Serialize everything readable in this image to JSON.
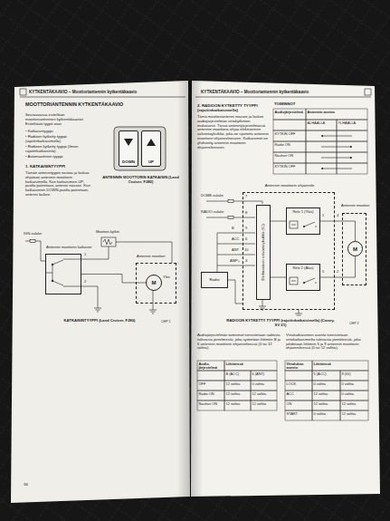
{
  "diagram": {
    "title": "MOOTTORIANTENNIN KYTKENTÄKAAVIO",
    "nodes": [
      {
        "text": [
          "DOWN"
        ]
      },
      {
        "text": [
          "UP"
        ]
      },
      {
        "text": [
          "Antennin moottorin katkaisin"
        ]
      },
      {
        "text": [
          "Antennin moottori"
        ]
      },
      {
        "text": [
          "M"
        ],
        "in": 3
      },
      {
        "text": [
          "Antennin moottorin ohjainrele"
        ]
      },
      {
        "text": [
          "Elektroninen valvontayksikkö (IC)"
        ],
        "in": 5
      },
      {
        "text": [
          "Rele 1 (Ylös)"
        ],
        "in": 5
      },
      {
        "text": [
          "Rele 2 (Alas)"
        ],
        "in": 5
      },
      {
        "text": [
          "Antennin moottori"
        ]
      },
      {
        "text": [
          "M"
        ],
        "in": 9
      },
      {
        "text": [
          "Radio"
        ]
      }
    ],
    "edges": [
      {
        "from": 2,
        "to": 4,
        "arrow": "none"
      },
      {
        "from": 6,
        "to": 7,
        "arrow": "none"
      },
      {
        "from": 6,
        "to": 8,
        "arrow": "none"
      },
      {
        "from": 7,
        "to": 10,
        "arrow": "none"
      },
      {
        "from": 8,
        "to": 10,
        "arrow": "none"
      },
      {
        "from": 11,
        "to": 5,
        "arrow": "none"
      }
    ],
    "labels": [
      "KYTKENTÄKAAVIO – Moottoriantennin kytkentäkaavio",
      "Seuraavassa esitellään moottoriantennien kytkentäkaaviot. Esiteltävät tyypit ovat:",
      "• Katkaisintyyppi",
      "• Radioon kytketty tyyppi (rajoitinkatkaisimella)",
      "• Radioon kytketty tyyppi (ilman rajoitinkatkaisinta)",
      "• Automaattinen tyyppi",
      "1. KATKAISINTYYPPI",
      "Tämän antennityypin nostoa ja laskua ohjataan antennin moottorin katkaisimella. Kun katkaisimen UP-puolta painetaan, antenni nousee. Kun katkaisimen DOWN-puolta painetaan, antenni laskee.",
      "ANTENNIN MOOTTORIN KATKAISIN (Land Cruiser, FJ80)",
      "IGN-sulake",
      "Moottori-kytkin",
      "Ylös",
      "1",
      "2",
      "KATKAISINTYYPPI (Land Cruiser, FJ80)",
      "CHP 1",
      "36",
      "KYTKENTÄKAAVIO – Moottoriantennin kytkentäkaavio",
      "2. RADIOON KYTKETTY TYYPPI (rajoitinkatkaisimella)",
      "Tämä moottoriantenni nousee ja laskee audiojärjestelmän virtakytkimen mukaisesti. Tässä antennijärjestelmässä antennin moottoria ohjaa elektroninen valvontayksikkö, joka on sijoitettu antennin moottorin ohjainreleeseen. Katkaisimet on yhdistetty antennin moottorin ohjainreleeseen.",
      "TOIMINNOT",
      "Audiojärjestelmä",
      "Antennin asento",
      "ALHAALLA",
      "YLHÄÄLLÄ",
      "KYTKIN OFF",
      "Radio ON",
      "Nauhuri ON",
      "KYTKIN OFF",
      "DOME-sulake",
      "RADIO-sulake",
      "B",
      "ACC",
      "ANT",
      "AMP+",
      "7",
      "8",
      "9",
      "6",
      "10",
      "3",
      "1",
      "5",
      "4",
      "2",
      "RADIOON KYTKETTY TYYPPI (rajoitinkatkaisimella) (Camry, SV 21)",
      "CHP 2",
      "Audiojärjestelmän toiminnot tunnistetaan radiosta tulevasta jännitteestä, joka syötetään liittimiin B ja 6 antennin moottorin ohjainreleessä (0 tai 12 volttia).",
      "Virtakatkaisimen asento tunnistetaan virtakatkaisimelta tulevasta jännitteestä, joka johdetaan liittimiin 5 ja 9 antennin moottorin ohjainreleessä (0 tai 12 volttia).",
      "Audio-järjestelmä",
      "Liittimissä",
      "B (ACC)",
      "6 (ANT)",
      "OFF",
      "12 volttia",
      "0 volttia",
      "Radio ON",
      "12 volttia",
      "12 volttia",
      "Nauhuri ON",
      "12 volttia",
      "12 volttia",
      "Virtalukon asento",
      "Liittimissä",
      "5 (ACC)",
      "9 (IG)",
      "LOCK",
      "0 volttia",
      "0 volttia",
      "ACC",
      "12 volttia",
      "0 volttia",
      "ON",
      "12 volttia",
      "12 volttia",
      "START",
      "0 volttia",
      "12 volttia"
    ]
  }
}
